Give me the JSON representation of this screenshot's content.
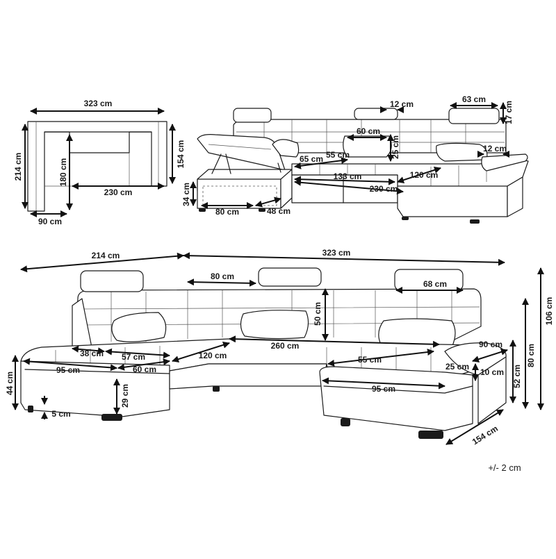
{
  "diagram": {
    "tolerance": "+/- 2 cm",
    "plan_view": {
      "width": "323 cm",
      "total_depth": "214 cm",
      "depth_inner": "180 cm",
      "seat_length": "230 cm",
      "right_depth": "154 cm",
      "chaise_width": "90 cm"
    },
    "rear_view": {
      "storage_height": "34 cm",
      "storage_length": "80 cm",
      "storage_depth": "48 cm",
      "corner_a": "65 cm",
      "corner_b": "55 cm",
      "middle_width": "133 cm",
      "seat_length": "230 cm",
      "chaise_length": "120 cm",
      "headrest_gap": "12 cm",
      "headrest_width": "60 cm",
      "headrest_height": "25 cm",
      "right_headrest_width": "63 cm",
      "right_headrest_height": "17 cm",
      "armrest_gap": "12 cm"
    },
    "front_view": {
      "left_depth": "214 cm",
      "total_width": "323 cm",
      "headrest_width": "80 cm",
      "back_height": "50 cm",
      "right_headrest_width": "68 cm",
      "chaise_seat_a": "38 cm",
      "chaise_seat_b": "57 cm",
      "chaise_width": "95 cm",
      "chaise_arm": "60 cm",
      "chaise_length": "120 cm",
      "seat_width": "260 cm",
      "right_seat_a": "55 cm",
      "right_seat_b": "25 cm",
      "right_arm_width": "90 cm",
      "right_arm_height": "10 cm",
      "right_chaise_width": "95 cm",
      "right_depth": "154 cm",
      "total_height": "106 cm",
      "back_height_total": "80 cm",
      "arm_height": "52 cm",
      "seat_height": "44 cm",
      "seat_thickness": "29 cm",
      "leg_height": "5 cm"
    }
  }
}
